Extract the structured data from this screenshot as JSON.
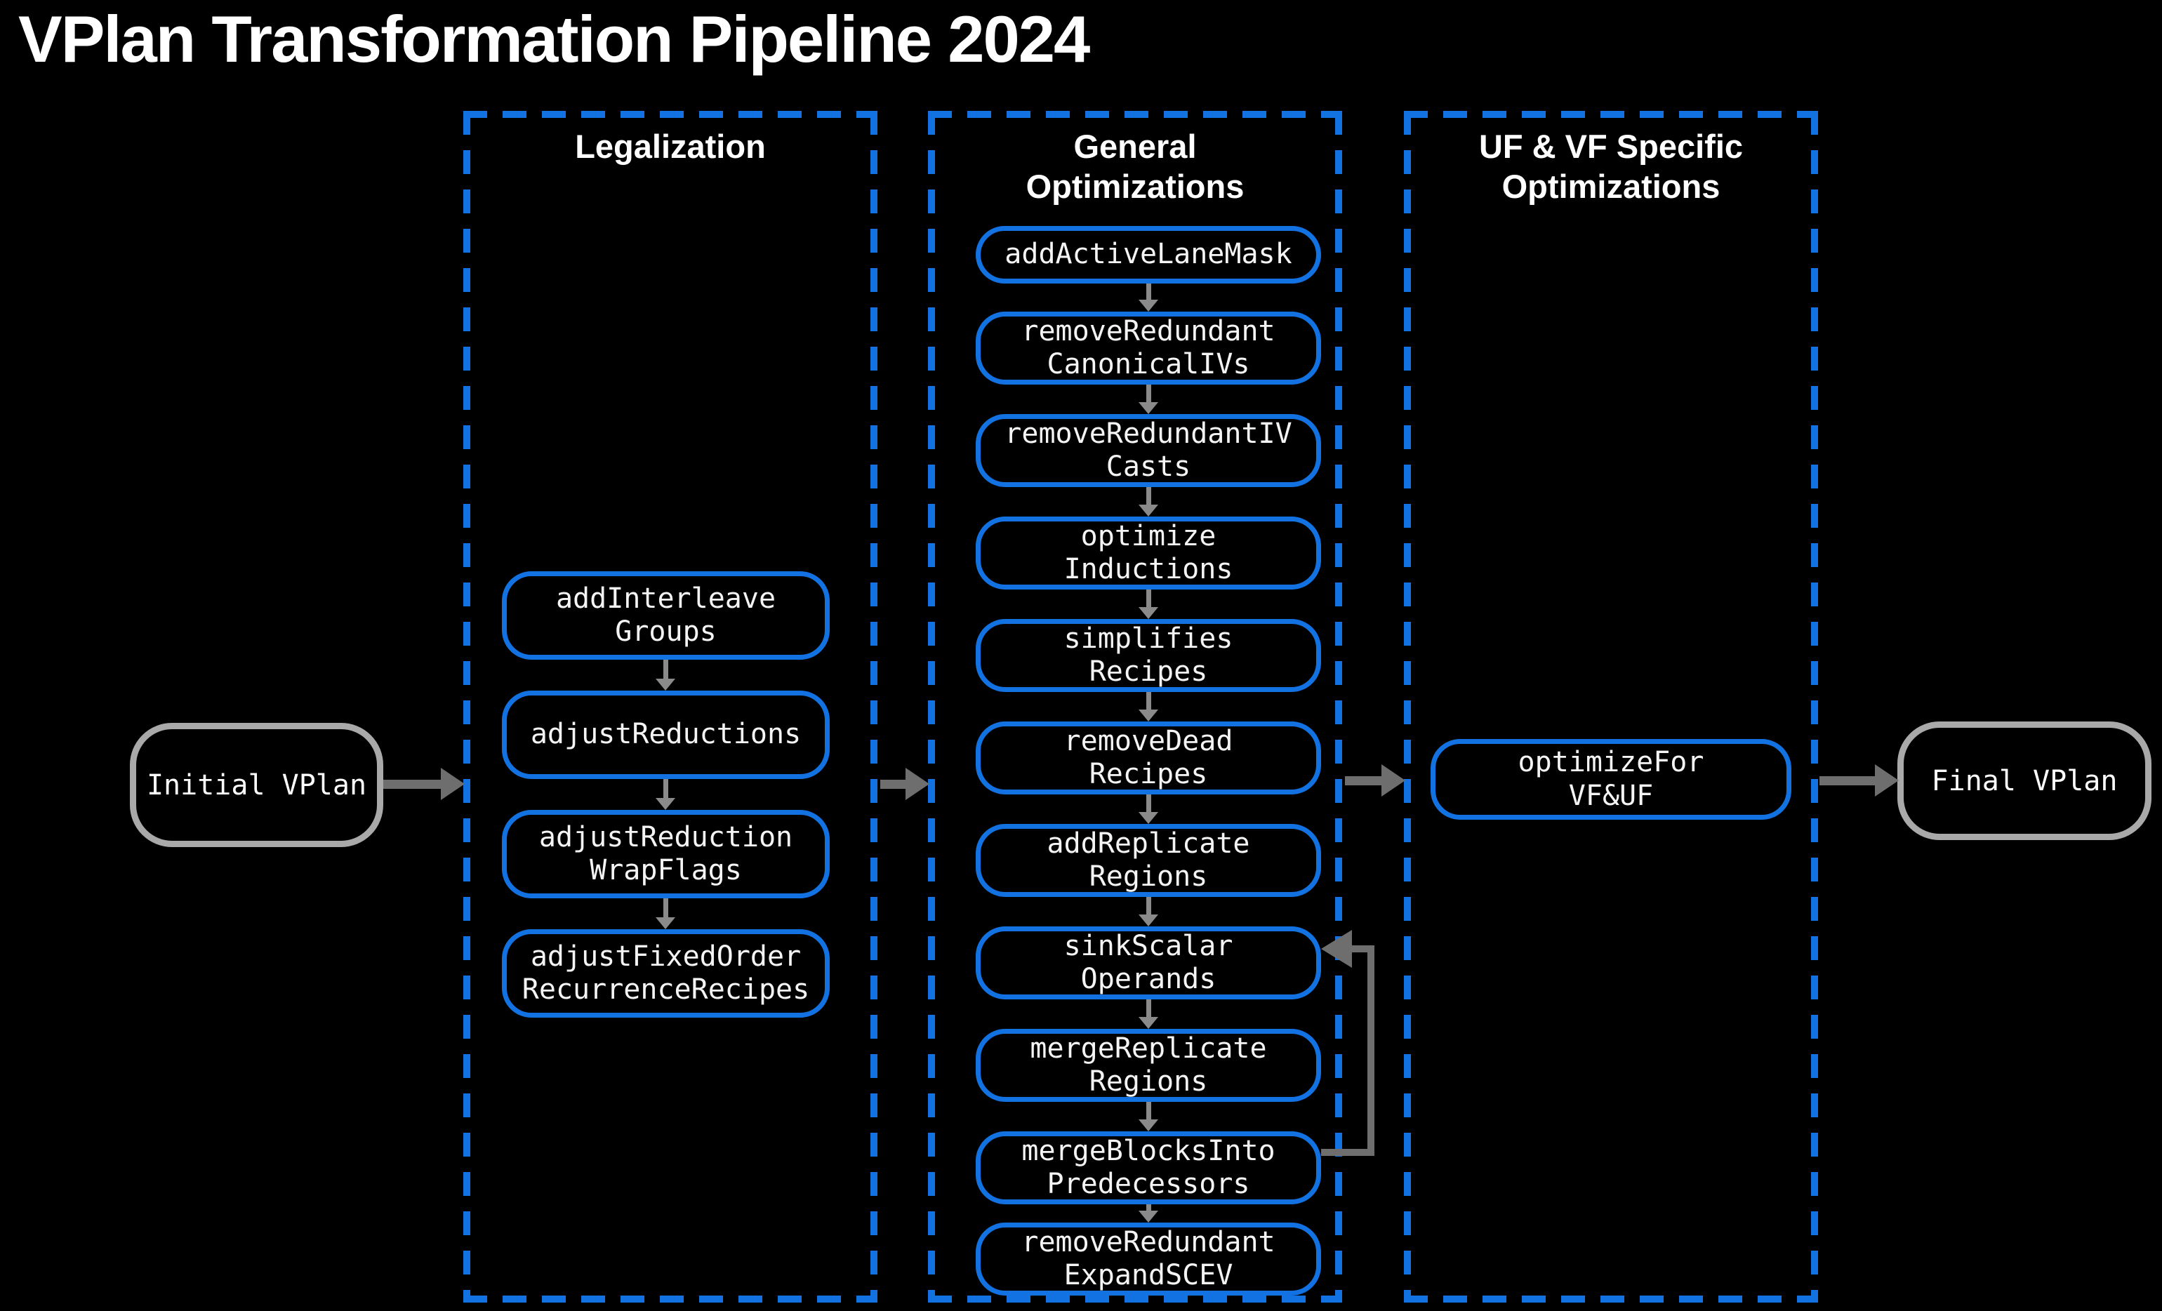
{
  "title": "VPlan Transformation Pipeline 2024",
  "colors": {
    "accent_blue": "#1372e2",
    "arrow_gray": "#8a8a8a",
    "flow_gray": "#6e6e6e",
    "terminal_border": "#a9a9a9",
    "background": "#000000",
    "text": "#ffffff"
  },
  "terminals": {
    "initial": "Initial VPlan",
    "final": "Final VPlan"
  },
  "columns": [
    {
      "heading": "Legalization",
      "nodes": [
        "addInterleave\nGroups",
        "adjustReductions",
        "adjustReduction\nWrapFlags",
        "adjustFixedOrder\nRecurrenceRecipes"
      ]
    },
    {
      "heading": "General\nOptimizations",
      "nodes": [
        "addActiveLaneMask",
        "removeRedundant\nCanonicalIVs",
        "removeRedundantIV\nCasts",
        "optimize\nInductions",
        "simplifies\nRecipes",
        "removeDead\nRecipes",
        "addReplicate\nRegions",
        "sinkScalar\nOperands",
        "mergeReplicate\nRegions",
        "mergeBlocksInto\nPredecessors",
        "removeRedundant\nExpandSCEV"
      ]
    },
    {
      "heading": "UF & VF Specific\nOptimizations",
      "nodes": [
        "optimizeFor\nVF&UF"
      ]
    }
  ]
}
